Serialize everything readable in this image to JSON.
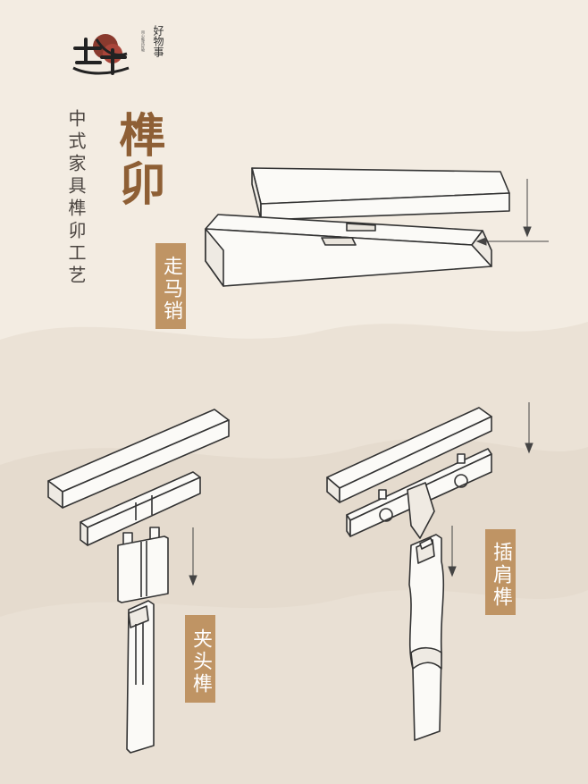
{
  "brand": {
    "name": "好物事",
    "sub": "用心甄选好物"
  },
  "page": {
    "title": "榫卯",
    "subtitle": "中式家具榫卯工艺"
  },
  "joints": [
    {
      "label": "走马销"
    },
    {
      "label": "夹头榫"
    },
    {
      "label": "插肩榫"
    }
  ],
  "colors": {
    "background": "#f3ece2",
    "accent": "#bf9464",
    "title": "#8e5f35",
    "wash": "#e6ddd2"
  }
}
